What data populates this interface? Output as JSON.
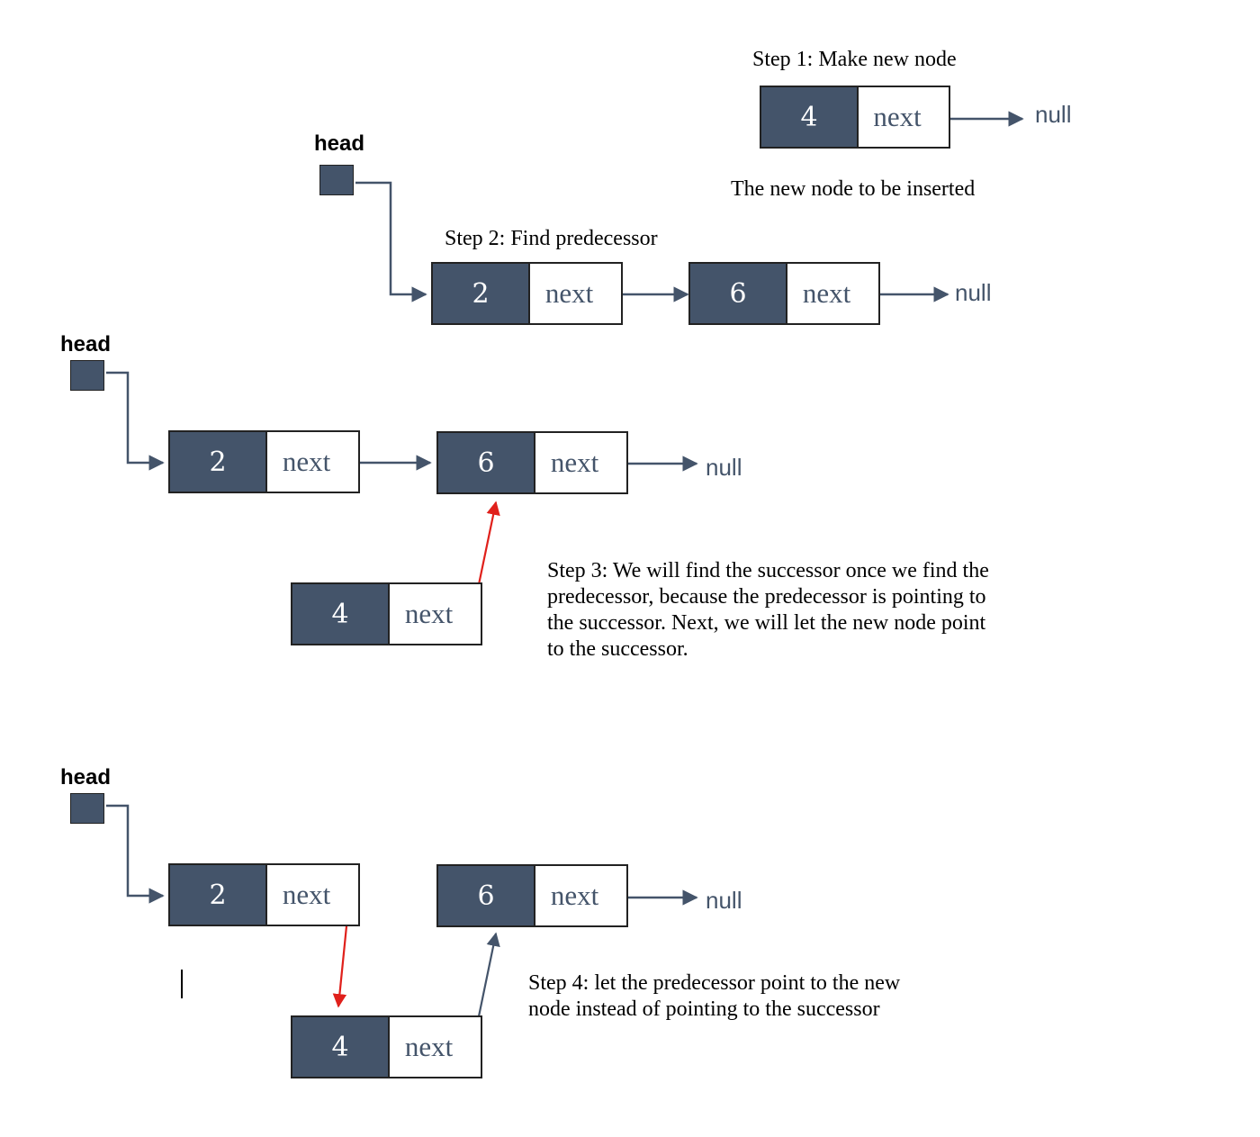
{
  "step1": {
    "caption": "Step 1: Make new node",
    "node": {
      "value": "4",
      "pointer": "next"
    },
    "null_label": "null",
    "note": "The new node to be inserted"
  },
  "step2": {
    "head_label": "head",
    "caption": "Step 2: Find predecessor",
    "node_a": {
      "value": "2",
      "pointer": "next"
    },
    "node_b": {
      "value": "6",
      "pointer": "next"
    },
    "null_label": "null"
  },
  "step3": {
    "head_label": "head",
    "node_a": {
      "value": "2",
      "pointer": "next"
    },
    "node_b": {
      "value": "6",
      "pointer": "next"
    },
    "new_node": {
      "value": "4",
      "pointer": "next"
    },
    "null_label": "null",
    "caption_lines": [
      "Step 3: We will find the successor once we find the",
      "predecessor, because the predecessor is pointing to",
      "the successor. Next, we will let the new node point",
      "to the successor."
    ]
  },
  "step4": {
    "head_label": "head",
    "node_a": {
      "value": "2",
      "pointer": "next"
    },
    "node_b": {
      "value": "6",
      "pointer": "next"
    },
    "new_node": {
      "value": "4",
      "pointer": "next"
    },
    "null_label": "null",
    "caption_lines": [
      "Step 4: let the predecessor point to the new",
      "node instead of pointing to the successor"
    ]
  },
  "colors": {
    "node_fill": "#44546a",
    "arrow_default": "#44546a",
    "arrow_highlight": "#e0201b"
  }
}
